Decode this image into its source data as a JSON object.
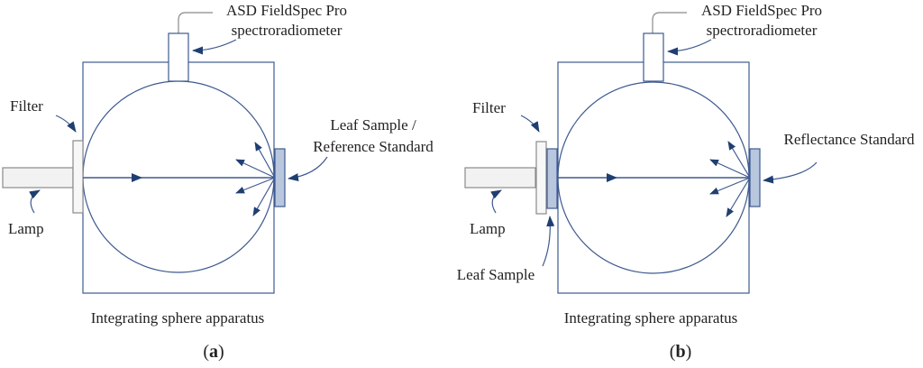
{
  "colors": {
    "line": "#3e5a8f",
    "arrow": "#1f3f72",
    "lamp_fill": "#f2f2f2",
    "lamp_stroke": "#8a8a8a",
    "sample_fill": "#b8c6de",
    "sample_stroke": "#3e5a8f",
    "text": "#222222"
  },
  "panels": [
    {
      "id": "a",
      "spectroradiometer_label_line1": "ASD FieldSpec Pro",
      "spectroradiometer_label_line2": "spectroradiometer",
      "filter_label": "Filter",
      "lamp_label": "Lamp",
      "sample_label_line1": "Leaf Sample /",
      "sample_label_line2": "Reference Standard",
      "apparatus_label": "Integrating sphere apparatus",
      "panel_caption_open": "(",
      "panel_caption_letter": "a",
      "panel_caption_close": ")"
    },
    {
      "id": "b",
      "spectroradiometer_label_line1": "ASD FieldSpec Pro",
      "spectroradiometer_label_line2": "spectroradiometer",
      "filter_label": "Filter",
      "lamp_label": "Lamp",
      "sample_label": "Leaf Sample",
      "reflectance_label": "Reflectance Standard",
      "apparatus_label": "Integrating sphere apparatus",
      "panel_caption_open": "(",
      "panel_caption_letter": "b",
      "panel_caption_close": ")"
    }
  ]
}
